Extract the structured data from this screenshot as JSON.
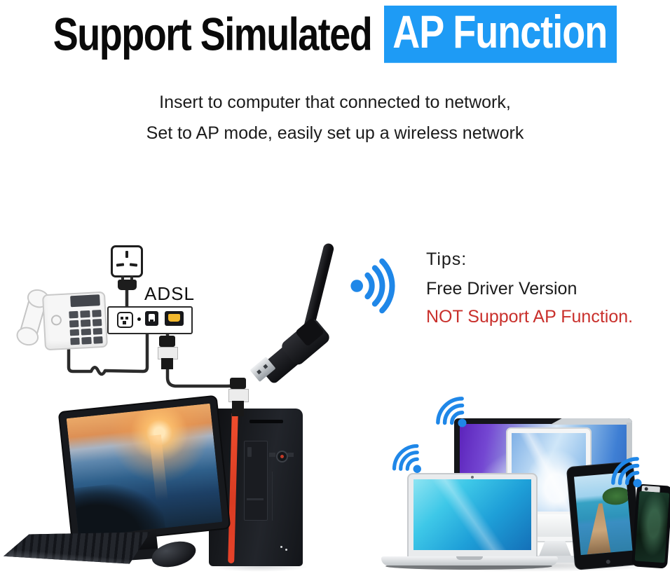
{
  "header": {
    "title": "Support Simulated",
    "highlight": "AP Function"
  },
  "subtitle": {
    "line1": "Insert to computer that connected to network,",
    "line2": "Set to AP mode, easily set up a wireless network"
  },
  "network_diagram": {
    "adsl_label": "ADSL"
  },
  "tips": {
    "heading": "Tips:",
    "line1": "Free Driver Version",
    "line2": "NOT Support AP Function."
  },
  "colors": {
    "highlight_bg": "#1e9bf5",
    "highlight_text": "#ffffff",
    "title_text": "#0a0a0a",
    "body_text": "#1b1b1b",
    "warning_red": "#c9302c",
    "wifi_blue": "#1f87e8",
    "tower_accent_red": "#e8432a",
    "modem_wan_port_yellow": "#f2b82d"
  },
  "icons": {
    "wifi_signal": "dot with three radiating arcs",
    "power_outlet": "rounded square with plug slots",
    "power_plug": "two-prong plug",
    "modem_power_port": "rounded square with two pins",
    "modem_lan_port": "dark RJ11 jack",
    "modem_wan_port": "yellow RJ45 jack"
  }
}
